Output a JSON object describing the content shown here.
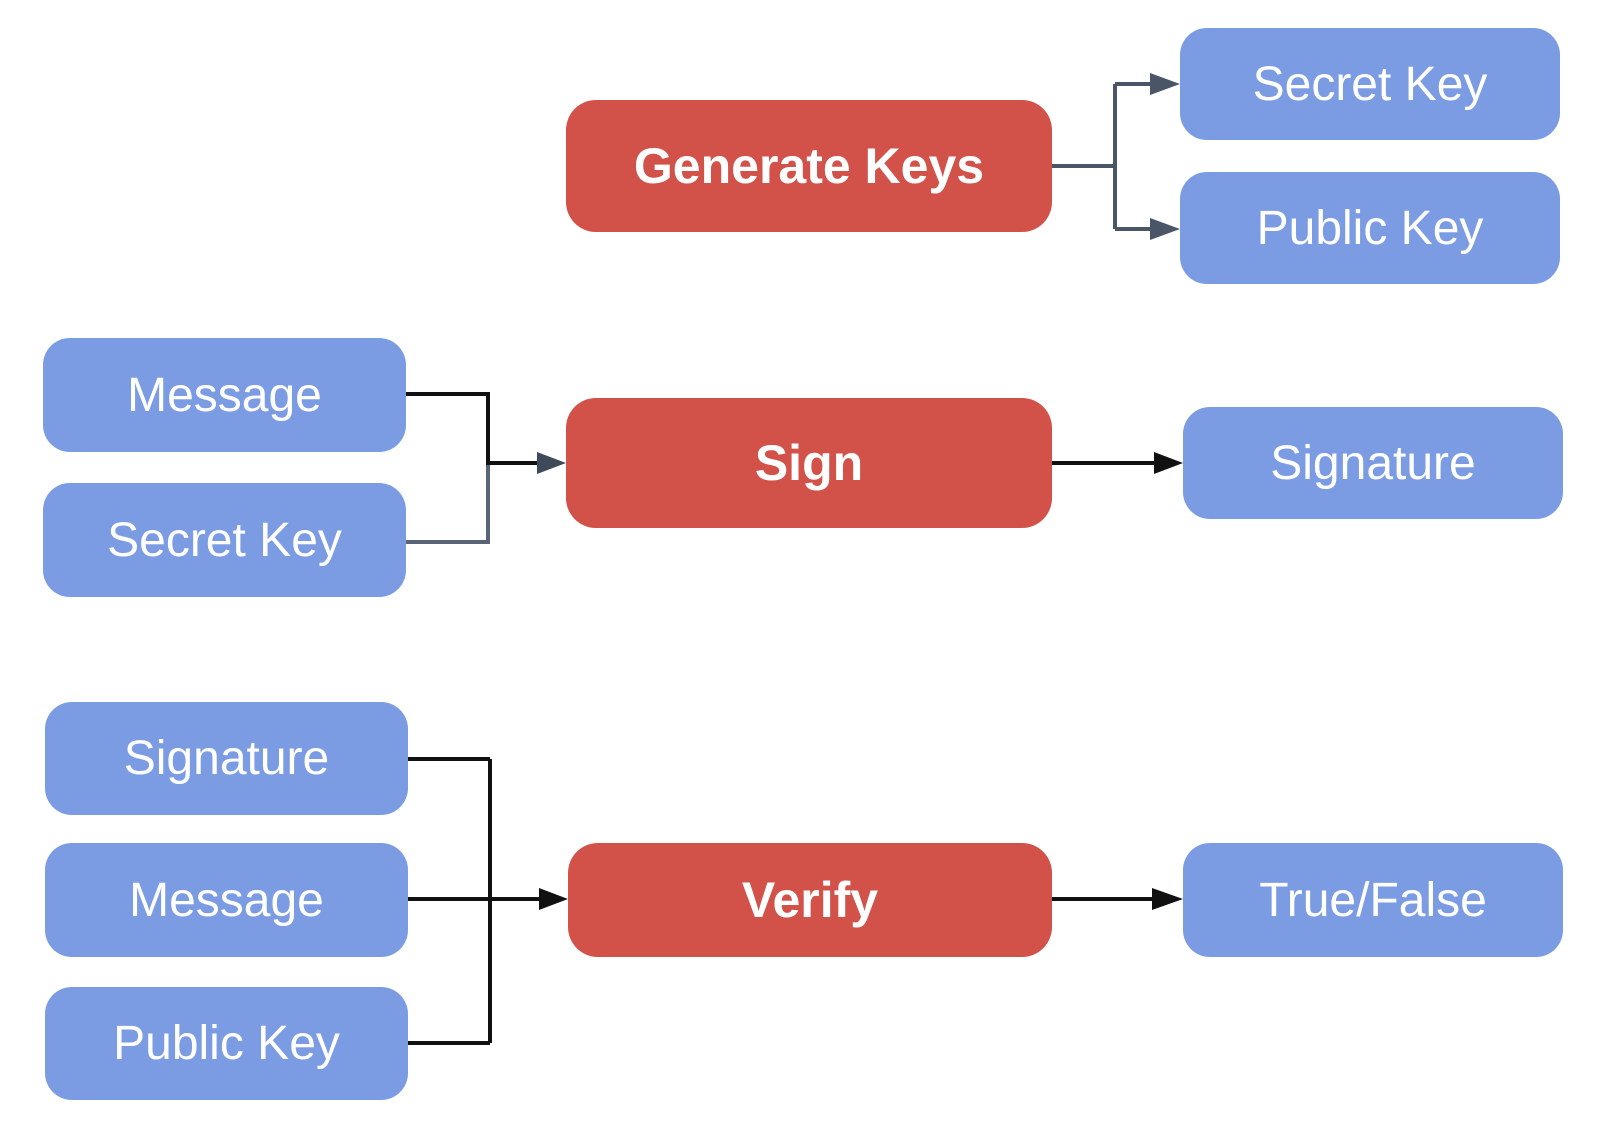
{
  "diagram": {
    "subject": "digital-signature-scheme-flow",
    "colors": {
      "process_fill": "#d25149",
      "data_fill": "#7b9be3",
      "node_text": "#ffffff",
      "connector_black": "#111111",
      "connector_slate": "#4a5568",
      "connector_slate_light": "#5a6477",
      "background": "#ffffff"
    },
    "nodes": {
      "generate_keys": {
        "label": "Generate Keys",
        "type": "process"
      },
      "secret_key_out": {
        "label": "Secret Key",
        "type": "data"
      },
      "public_key_out": {
        "label": "Public Key",
        "type": "data"
      },
      "message_sign_in": {
        "label": "Message",
        "type": "data"
      },
      "secret_key_sign_in": {
        "label": "Secret Key",
        "type": "data"
      },
      "sign": {
        "label": "Sign",
        "type": "process"
      },
      "signature_out": {
        "label": "Signature",
        "type": "data"
      },
      "signature_verify_in": {
        "label": "Signature",
        "type": "data"
      },
      "message_verify_in": {
        "label": "Message",
        "type": "data"
      },
      "public_key_verify_in": {
        "label": "Public Key",
        "type": "data"
      },
      "verify": {
        "label": "Verify",
        "type": "process"
      },
      "true_false_out": {
        "label": "True/False",
        "type": "data"
      }
    },
    "edges": [
      {
        "from": "Generate Keys",
        "to": "Secret Key"
      },
      {
        "from": "Generate Keys",
        "to": "Public Key"
      },
      {
        "from": "Message",
        "to": "Sign"
      },
      {
        "from": "Secret Key",
        "to": "Sign"
      },
      {
        "from": "Sign",
        "to": "Signature"
      },
      {
        "from": "Signature",
        "to": "Verify"
      },
      {
        "from": "Message",
        "to": "Verify"
      },
      {
        "from": "Public Key",
        "to": "Verify"
      },
      {
        "from": "Verify",
        "to": "True/False"
      }
    ]
  }
}
